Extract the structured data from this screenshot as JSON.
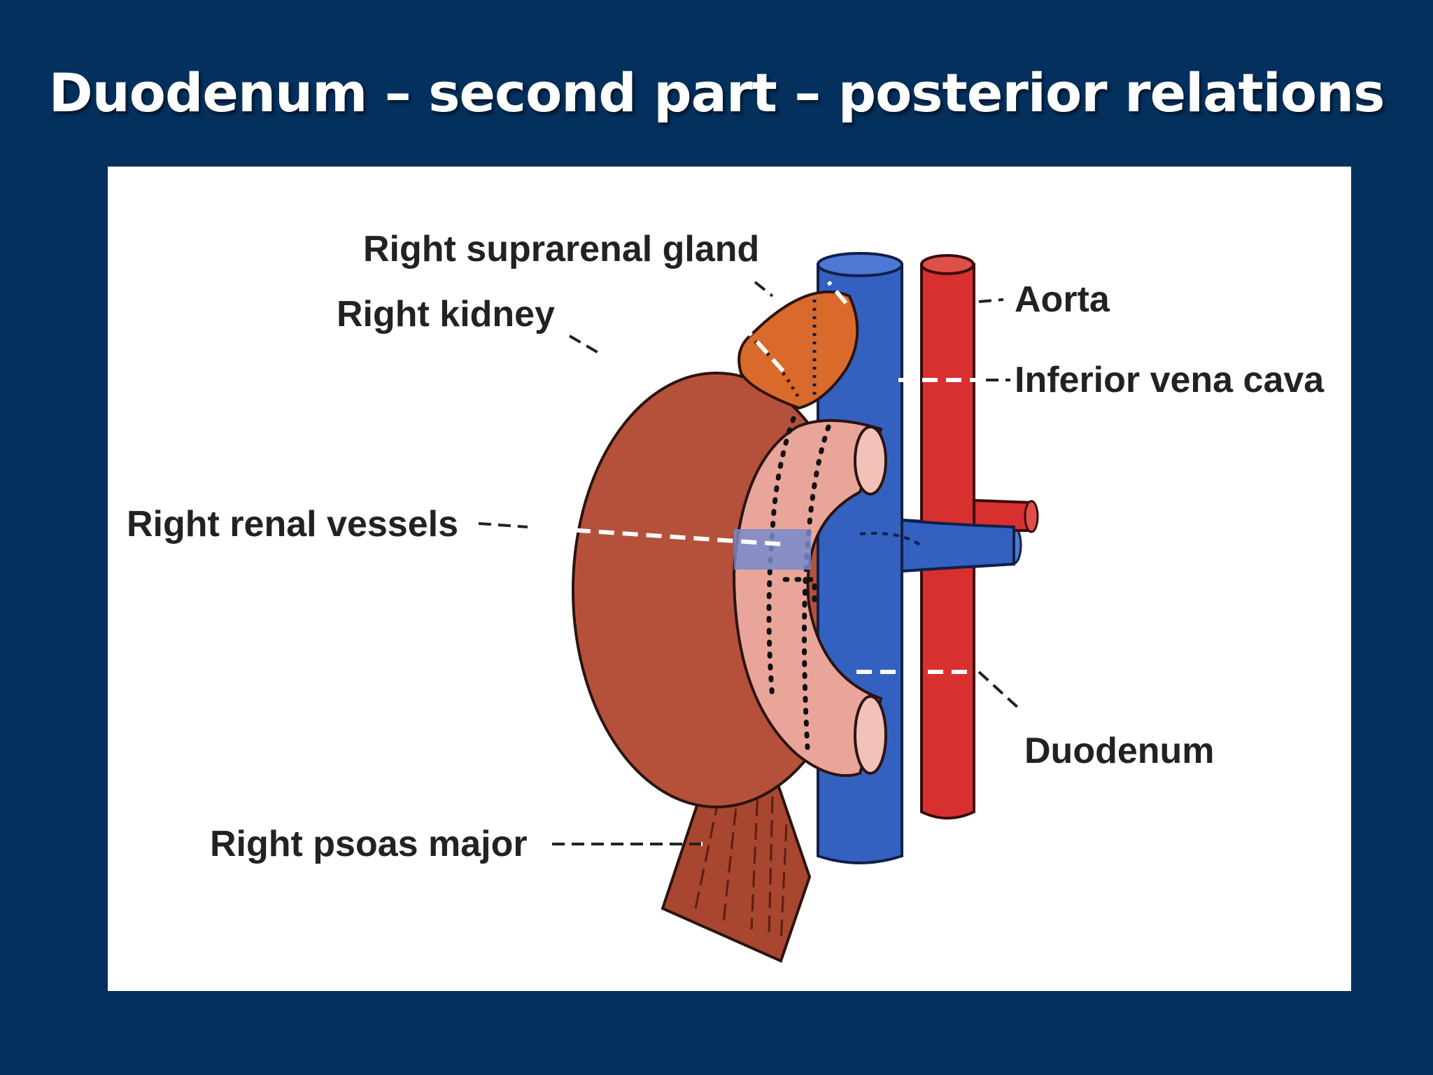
{
  "slide": {
    "title": "Duodenum – second part – posterior relations"
  },
  "diagram": {
    "labels": {
      "suprarenal": "Right suprarenal gland",
      "kidney": "Right kidney",
      "renal_vessels": "Right renal vessels",
      "psoas": "Right psoas major",
      "aorta": "Aorta",
      "ivc": "Inferior vena cava",
      "duodenum": "Duodenum"
    },
    "colors": {
      "background": "#04305e",
      "kidney": "#b5513b",
      "suprarenal": "#d96a2b",
      "ivc": "#3461c0",
      "aorta": "#d8302f",
      "duodenum": "#eaa59a",
      "psoas": "#a8462f"
    }
  }
}
